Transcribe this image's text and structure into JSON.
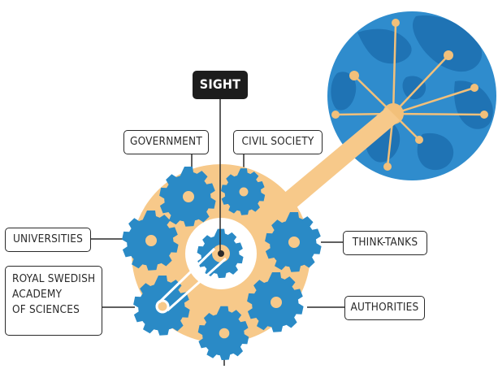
{
  "colors": {
    "gear": "#2a8ac6",
    "gear_dark": "#1e6ea3",
    "hub": "#f7c98a",
    "hub_line": "#f1b868",
    "line": "#2a2a2a",
    "globe_ocean": "#2f8ccd",
    "globe_land": "#1e72b3",
    "network": "#f2c07a"
  },
  "labels": {
    "sight": "SIGHT",
    "government": "GOVERNMENT",
    "civil_society": "CIVIL SOCIETY",
    "universities": "UNIVERSITIES",
    "think_tanks": "THINK-TANKS",
    "royal": [
      "ROYAL SWEDISH",
      "ACADEMY",
      "OF SCIENCES"
    ],
    "authorities": "AUTHORITIES"
  },
  "icons": [
    "gear-icon",
    "globe-icon",
    "network-node-icon"
  ]
}
